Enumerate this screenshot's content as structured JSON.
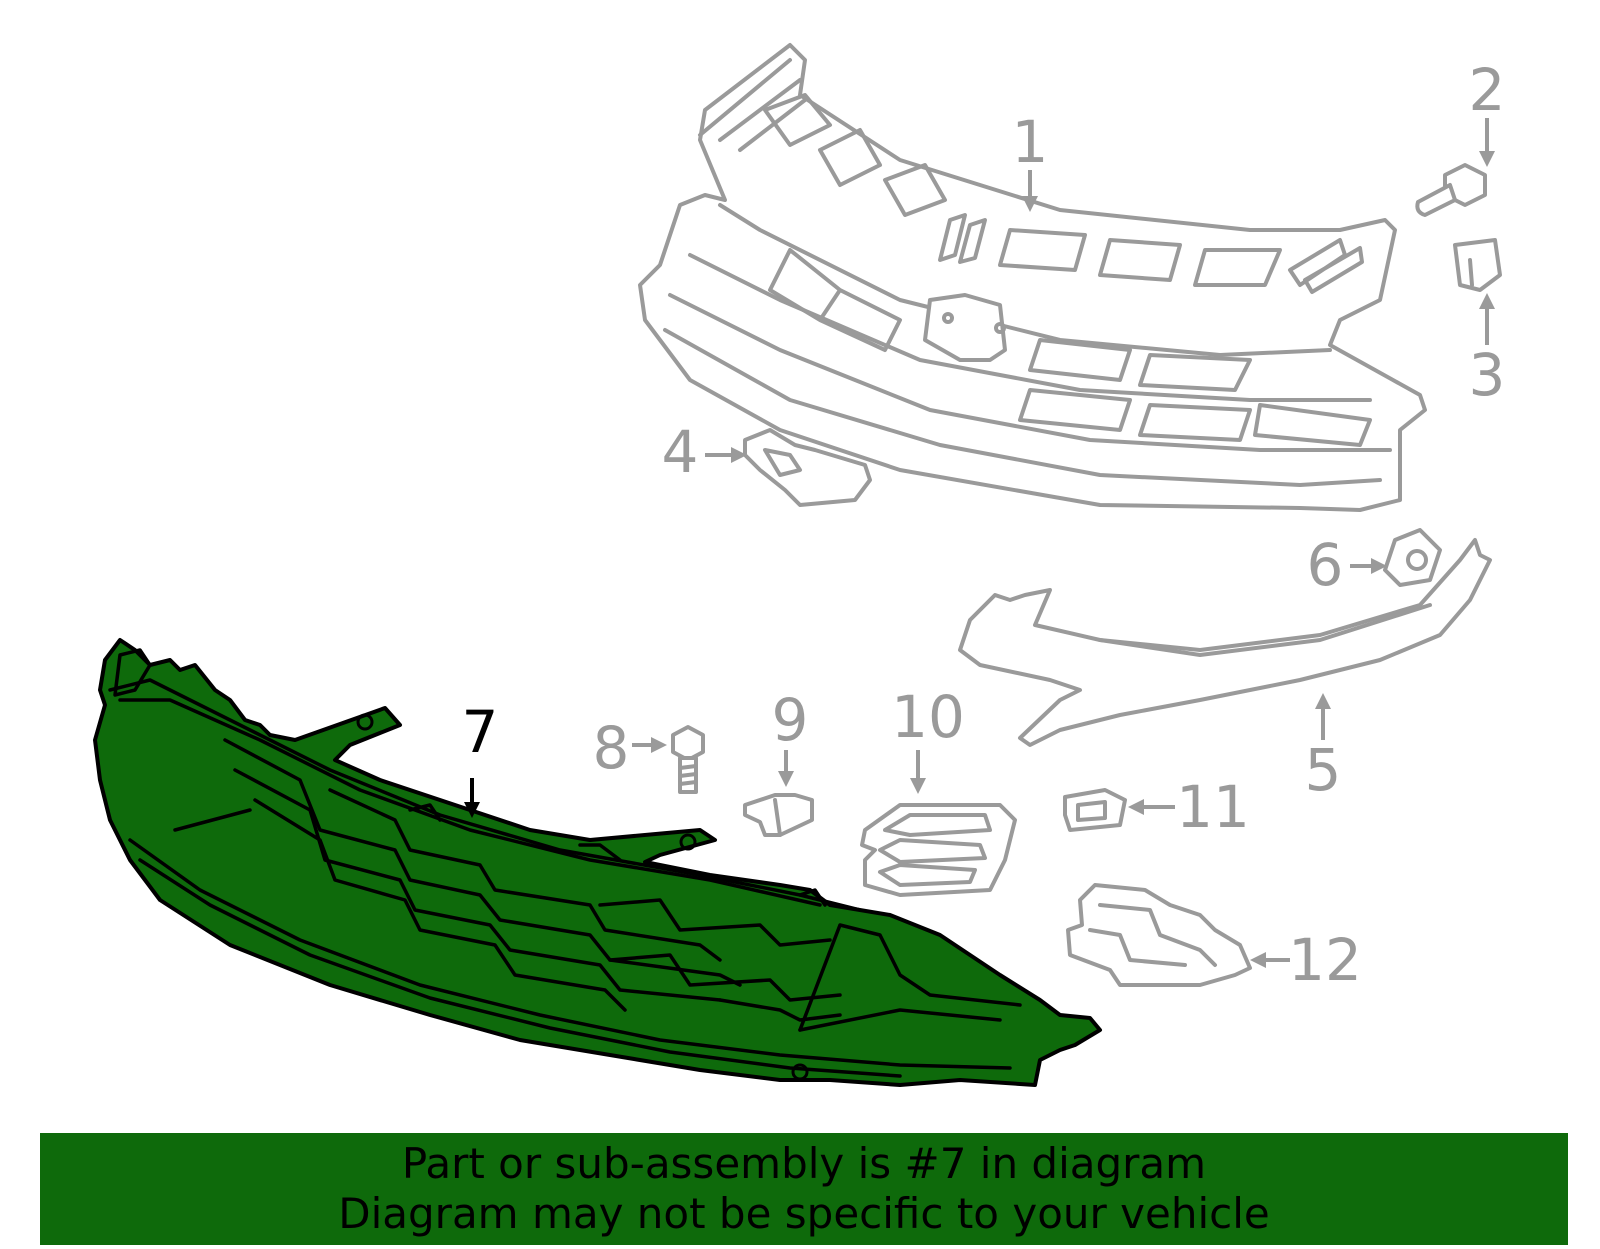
{
  "diagram": {
    "highlighted_part": "7",
    "highlight_color": "#0e6a0b",
    "parts": [
      {
        "number": "1",
        "label": "1"
      },
      {
        "number": "2",
        "label": "2"
      },
      {
        "number": "3",
        "label": "3"
      },
      {
        "number": "4",
        "label": "4"
      },
      {
        "number": "5",
        "label": "5"
      },
      {
        "number": "6",
        "label": "6"
      },
      {
        "number": "7",
        "label": "7"
      },
      {
        "number": "8",
        "label": "8"
      },
      {
        "number": "9",
        "label": "9"
      },
      {
        "number": "10",
        "label": "10"
      },
      {
        "number": "11",
        "label": "11"
      },
      {
        "number": "12",
        "label": "12"
      }
    ]
  },
  "banner": {
    "line1": "Part or sub-assembly is #7 in diagram",
    "line2": "Diagram may not be specific to your vehicle",
    "background": "#0e6a0b"
  }
}
